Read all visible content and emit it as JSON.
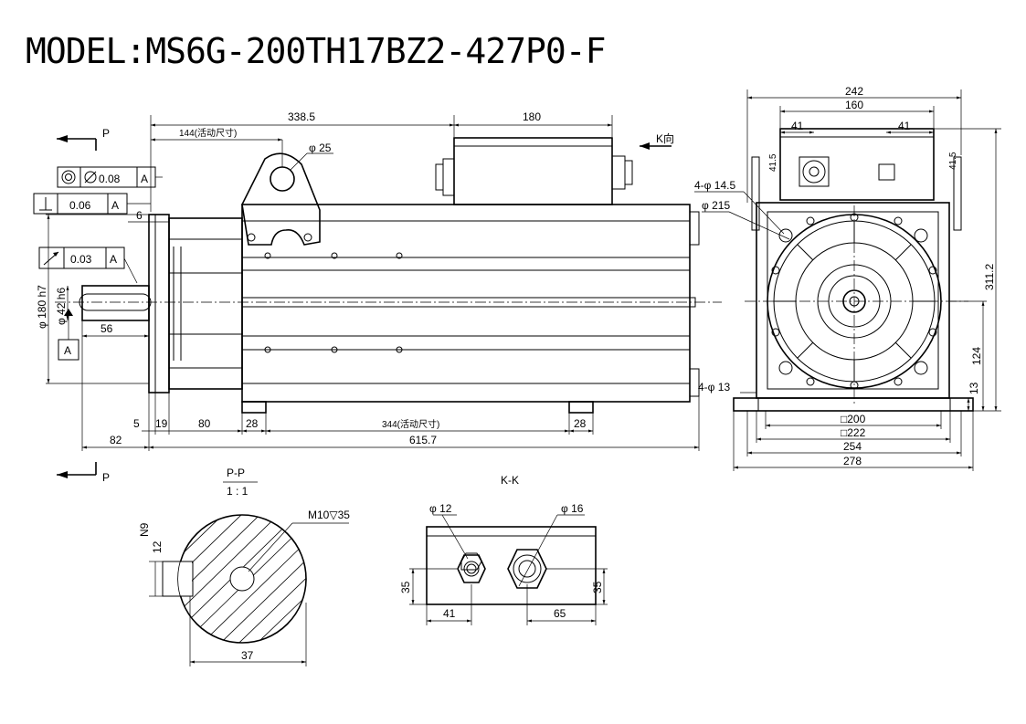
{
  "title": "MODEL:MS6G-200TH17BZ2-427P0-F",
  "side_view": {
    "section_mark_top": "P",
    "section_mark_bottom": "P",
    "k_arrow": "K向",
    "tol_coaxiality": "0.08",
    "tol_coaxiality_ref": "A",
    "tol_perp": "0.06",
    "tol_perp_ref": "A",
    "tol_runout": "0.03",
    "tol_runout_ref": "A",
    "datum": "A",
    "flange_dia": "φ 180 h7",
    "shaft_dia": "φ 42 h6",
    "d_338_5": "338.5",
    "d_180": "180",
    "d_144": "144(活动尺寸)",
    "d_25": "φ 25",
    "d_6": "6",
    "d_56": "56",
    "d_5": "5",
    "d_19": "19",
    "d_80": "80",
    "d_28a": "28",
    "d_344": "344(活动尺寸)",
    "d_28b": "28",
    "d_82": "82",
    "d_615_7": "615.7"
  },
  "front_view": {
    "d_242": "242",
    "d_160": "160",
    "d_41a": "41",
    "d_41b": "41",
    "d_41_5a": "41.5",
    "d_41_5b": "41.5",
    "d_4_14_5": "4-φ 14.5",
    "d_215": "φ 215",
    "d_311_2": "311.2",
    "d_124": "124",
    "d_13": "13",
    "d_4_13": "4-φ 13",
    "d_200": "□200",
    "d_222": "□222",
    "d_254": "254",
    "d_278": "278"
  },
  "section_pp": {
    "title": "P-P",
    "scale": "1 : 1",
    "thread": "M10▽35",
    "d_n9": "N9",
    "d_12": "12",
    "d_37": "37"
  },
  "section_kk": {
    "title": "K-K",
    "d_12": "φ 12",
    "d_16": "φ 16",
    "d_35a": "35",
    "d_35b": "35",
    "d_41": "41",
    "d_65": "65"
  }
}
